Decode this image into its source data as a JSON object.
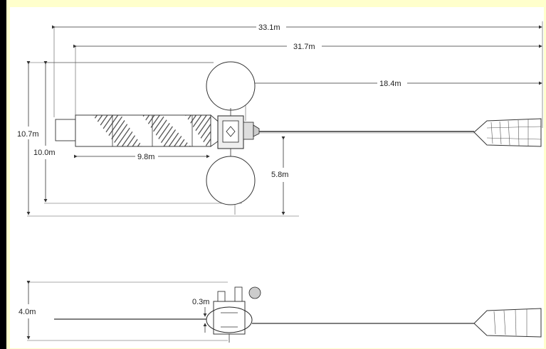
{
  "dimensions": {
    "overall_length": "33.1m",
    "boom_span": "31.7m",
    "boom_length": "18.4m",
    "height_total": "10.7m",
    "height_inner": "10.0m",
    "panel_length": "9.8m",
    "lower_height": "5.8m",
    "side_height": "4.0m",
    "side_gap": "0.3m"
  },
  "colors": {
    "page_border": "#000000",
    "page_background": "#ffffcc",
    "drawing_background": "#ffffff",
    "line_color": "#333333"
  }
}
